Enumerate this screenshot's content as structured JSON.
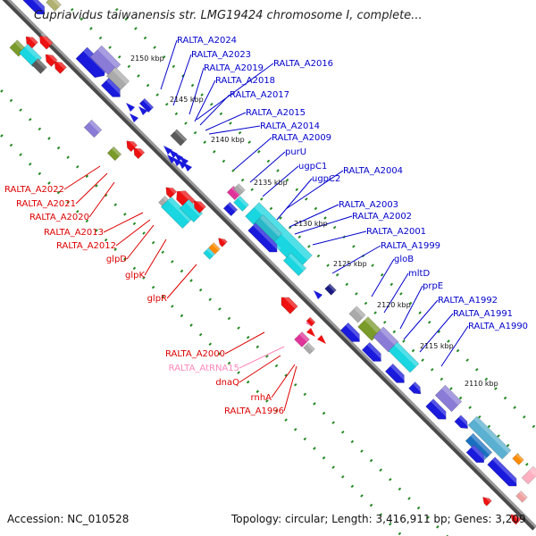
{
  "header": {
    "title": "Cupriavidus taiwanensis str. LMG19424 chromosome I, complete..."
  },
  "footer": {
    "accession": "Accession: NC_010528",
    "topology": "Topology: circular; Length: 3,416,911 bp; Genes: 3,209"
  },
  "colors": {
    "forward_label": "#0000cc",
    "reverse_label": "#dd0000",
    "rna_label": "#ff88bb",
    "backbone": "#808080",
    "tick_dots": "#228822"
  },
  "scale_ticks": [
    "2150 kbp",
    "2145 kbp",
    "2140 kbp",
    "2135 kbp",
    "2130 kbp",
    "2125 kbp",
    "2120 kbp",
    "2115 kbp",
    "2110 kbp"
  ],
  "forward_genes": [
    "RALTA_A2024",
    "RALTA_A2023",
    "RALTA_A2019",
    "RALTA_A2016",
    "RALTA_A2018",
    "RALTA_A2017",
    "RALTA_A2015",
    "RALTA_A2014",
    "RALTA_A2009",
    "purU",
    "ugpC1",
    "RALTA_A2004",
    "ugpC2",
    "RALTA_A2003",
    "RALTA_A2002",
    "RALTA_A2001",
    "RALTA_A1999",
    "gloB",
    "mltD",
    "prpE",
    "RALTA_A1992",
    "RALTA_A1991",
    "RALTA_A1990"
  ],
  "reverse_genes": [
    "RALTA_A2022",
    "RALTA_A2021",
    "RALTA_A2020",
    "RALTA_A2013",
    "RALTA_A2012",
    "glpD",
    "glpK",
    "glpR",
    "RALTA_A2000",
    "dnaQ",
    "rnhA",
    "RALTA_A1996"
  ],
  "rna_genes": [
    "RALTA_AtRNA15"
  ]
}
